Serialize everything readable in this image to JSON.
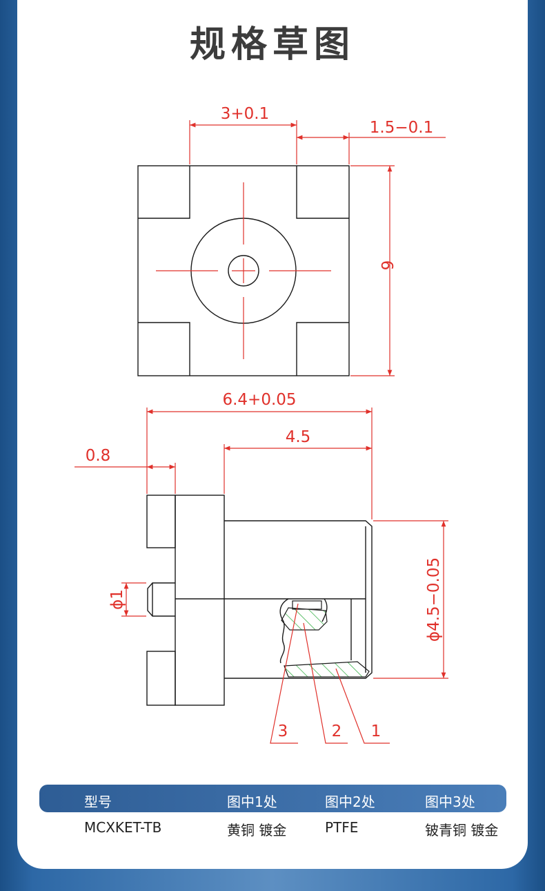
{
  "title": "规格草图",
  "drawing": {
    "top_view": {
      "dim_top": "3+0.1",
      "dim_top_right": "1.5−0.1",
      "dim_right": "6"
    },
    "side_view": {
      "dim_total_width": "6.4+0.05",
      "dim_body_width": "4.5",
      "dim_flange": "0.8",
      "dim_pin_dia": "ϕ1",
      "dim_body_dia": "ϕ4.5−0.05",
      "callouts": [
        "3",
        "2",
        "1"
      ]
    },
    "colors": {
      "dimension": "#e0312b",
      "outline": "#1a1a1a",
      "hatch": "#3fb34f"
    }
  },
  "table": {
    "headers": [
      "型号",
      "图中1处",
      "图中2处",
      "图中3处"
    ],
    "values": [
      "MCXKET-TB",
      "黄铜 镀金",
      "PTFE",
      "铍青铜 镀金"
    ]
  }
}
